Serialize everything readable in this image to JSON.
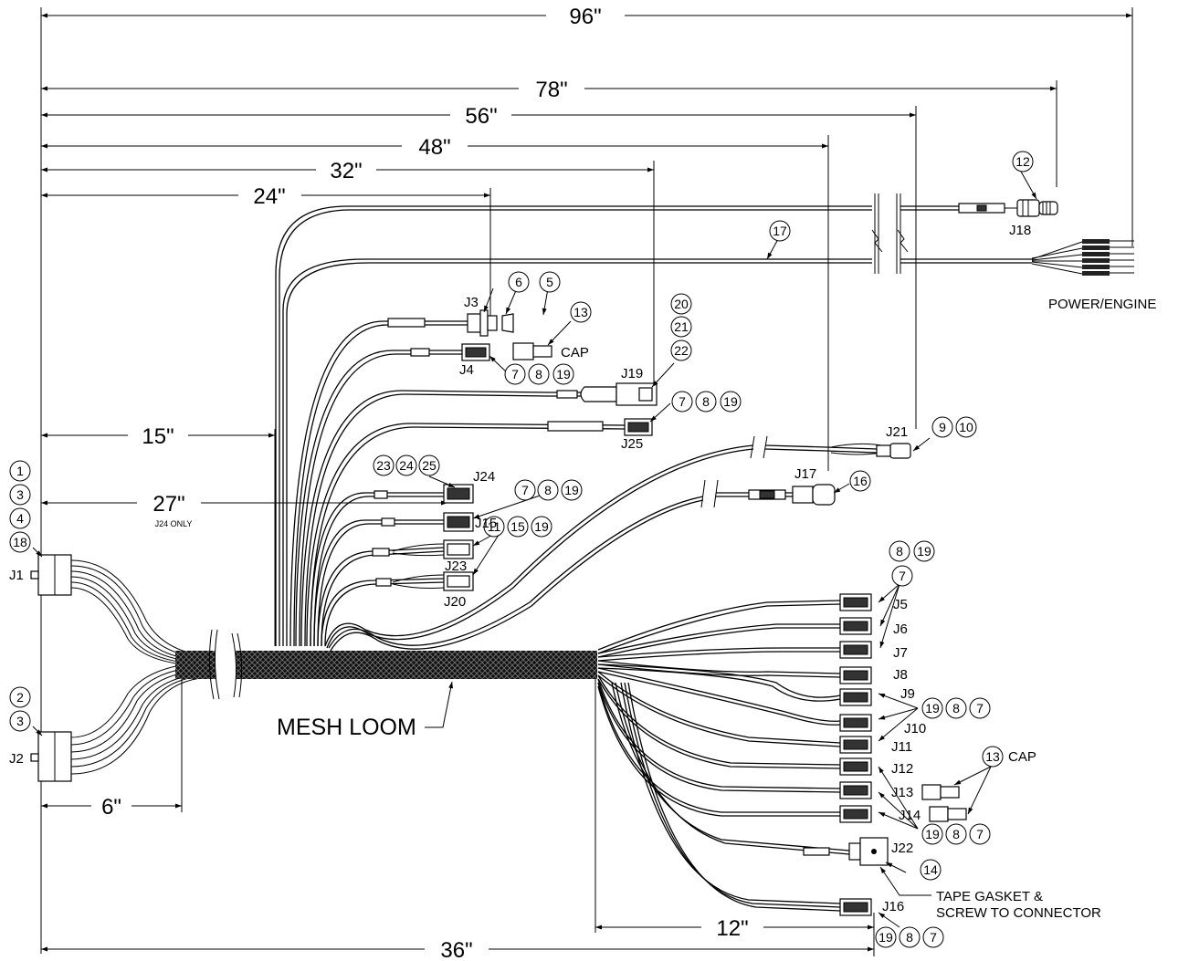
{
  "dimensions": {
    "d96": "96\"",
    "d78": "78\"",
    "d56": "56\"",
    "d48": "48\"",
    "d32": "32\"",
    "d24": "24\"",
    "d15": "15\"",
    "d27": "27\"",
    "d27_note": "J24 ONLY",
    "d6": "6\"",
    "d12": "12\"",
    "d36": "36\""
  },
  "connectors": {
    "J1": "J1",
    "J2": "J2",
    "J3": "J3",
    "J4": "J4",
    "J5": "J5",
    "J6": "J6",
    "J7": "J7",
    "J8": "J8",
    "J9": "J9",
    "J10": "J10",
    "J11": "J11",
    "J12": "J12",
    "J13": "J13",
    "J14": "J14",
    "J15": "J15",
    "J16": "J16",
    "J17": "J17",
    "J18": "J18",
    "J19": "J19",
    "J20": "J20",
    "J21": "J21",
    "J22": "J22",
    "J23": "J23",
    "J24": "J24",
    "J25": "J25"
  },
  "labels": {
    "power_engine": "POWER/ENGINE",
    "mesh_loom": "MESH LOOM",
    "cap": "CAP",
    "tape_gasket_1": "TAPE GASKET &",
    "tape_gasket_2": "SCREW TO CONNECTOR"
  },
  "balloons": {
    "b1": "1",
    "b2": "2",
    "b3": "3",
    "b4": "4",
    "b5": "5",
    "b6": "6",
    "b7": "7",
    "b8": "8",
    "b9": "9",
    "b10": "10",
    "b11": "11",
    "b12": "12",
    "b13": "13",
    "b14": "14",
    "b15": "15",
    "b16": "16",
    "b17": "17",
    "b18": "18",
    "b19": "19",
    "b20": "20",
    "b21": "21",
    "b22": "22",
    "b23": "23",
    "b24": "24",
    "b25": "25"
  }
}
